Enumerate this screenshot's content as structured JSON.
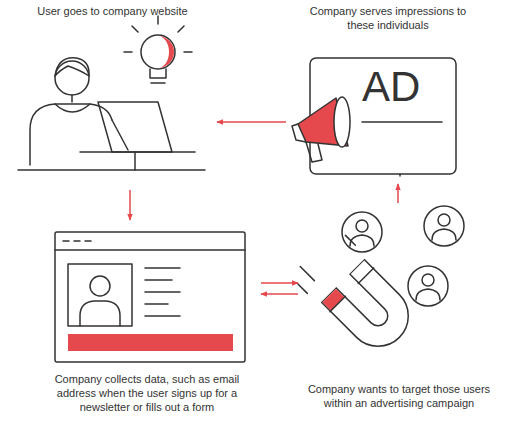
{
  "diagram": {
    "nodes": [
      {
        "text": [
          "User goes to company website"
        ]
      },
      {
        "text": [
          "Company serves impressions to these individuals"
        ]
      },
      {
        "text": [
          "Company collects data, such as email address when the user signs up for a newsletter or fills out a form"
        ]
      },
      {
        "text": [
          "Company wants to target those users within an advertising campaign"
        ]
      }
    ],
    "edges": [
      {
        "from": 1,
        "to": 0,
        "arrow": "to"
      },
      {
        "from": 0,
        "to": 2,
        "arrow": "to"
      },
      {
        "from": 2,
        "to": 3,
        "arrow": "to"
      },
      {
        "from": 3,
        "to": 2,
        "arrow": "to"
      },
      {
        "from": 3,
        "to": 1,
        "arrow": "to"
      }
    ],
    "labels": [
      "AD"
    ]
  }
}
